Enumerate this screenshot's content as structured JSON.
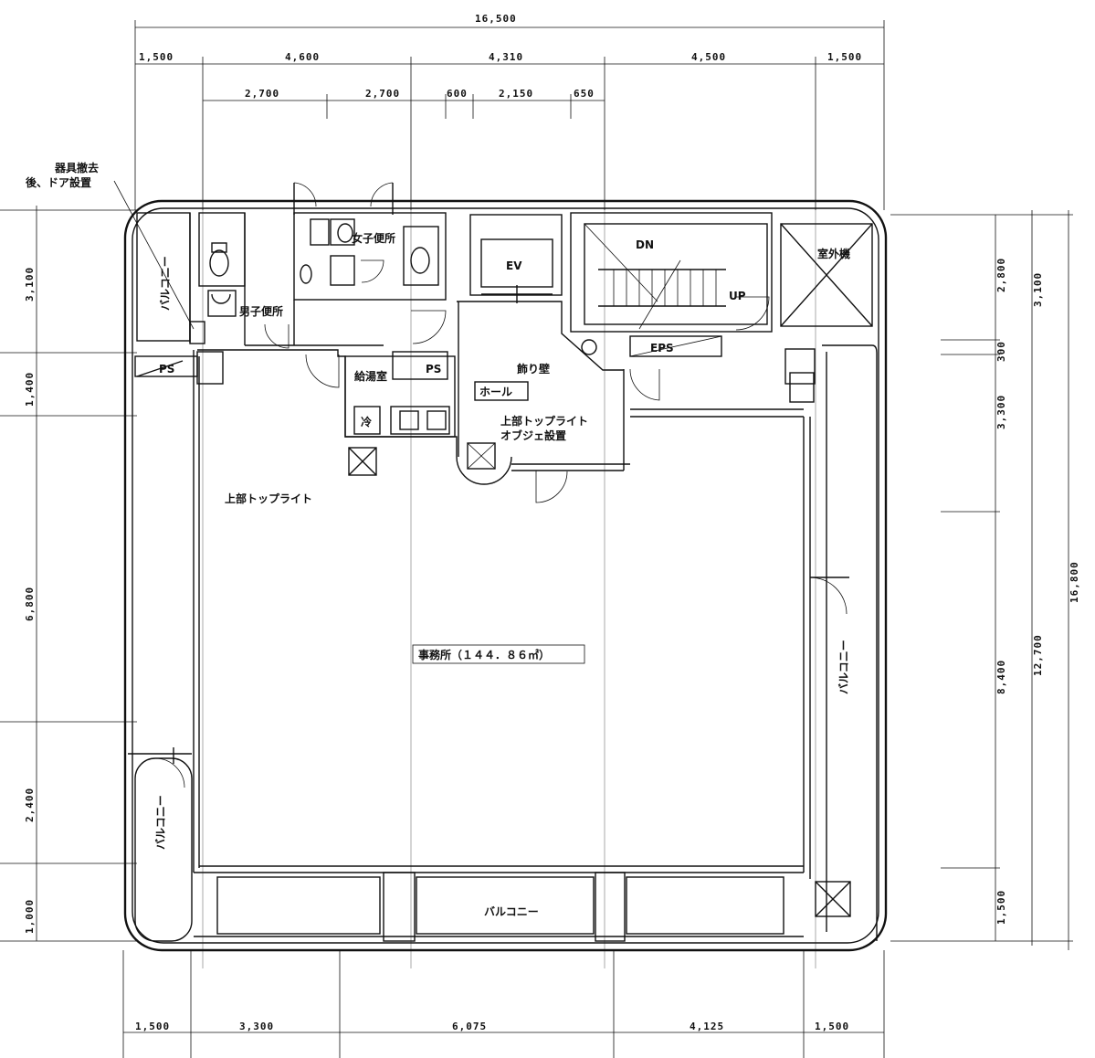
{
  "dimensions": {
    "top_overall": "16,500",
    "top_row1": [
      "1,500",
      "4,600",
      "4,310",
      "4,500",
      "1,500"
    ],
    "top_row2": [
      "2,700",
      "2,700",
      "600",
      "2,150",
      "650"
    ],
    "bottom": [
      "1,500",
      "3,300",
      "6,075",
      "4,125",
      "1,500"
    ],
    "left": [
      "3,100",
      "1,400",
      "6,800",
      "2,400",
      "1,000"
    ],
    "right_inner": [
      "2,800",
      "300",
      "3,300",
      "8,400",
      "1,500"
    ],
    "right_mid": [
      "3,100",
      "12,700"
    ],
    "right_outer": [
      "16,800"
    ]
  },
  "labels": {
    "door_note": "器具撤去後、ドア設置",
    "womens_toilet": "女子便所",
    "mens_toilet": "男子便所",
    "ev": "EV",
    "dn": "DN",
    "up": "UP",
    "outdoor_unit": "室外機",
    "eps": "EPS",
    "ps": "PS",
    "ps2": "PS",
    "decor_wall": "飾り壁",
    "hall": "ホール",
    "kitchenette": "給湯室",
    "cold": "冷",
    "toplight_objet": "上部トップライト\nオブジェ設置",
    "toplight": "上部トップライト",
    "office": "事務所（１４４．８６㎡）",
    "balcony_left": "バルコニー",
    "balcony_lower_left": "バルコニー",
    "balcony_right": "バルコニー",
    "balcony_bottom": "バルコニー"
  }
}
